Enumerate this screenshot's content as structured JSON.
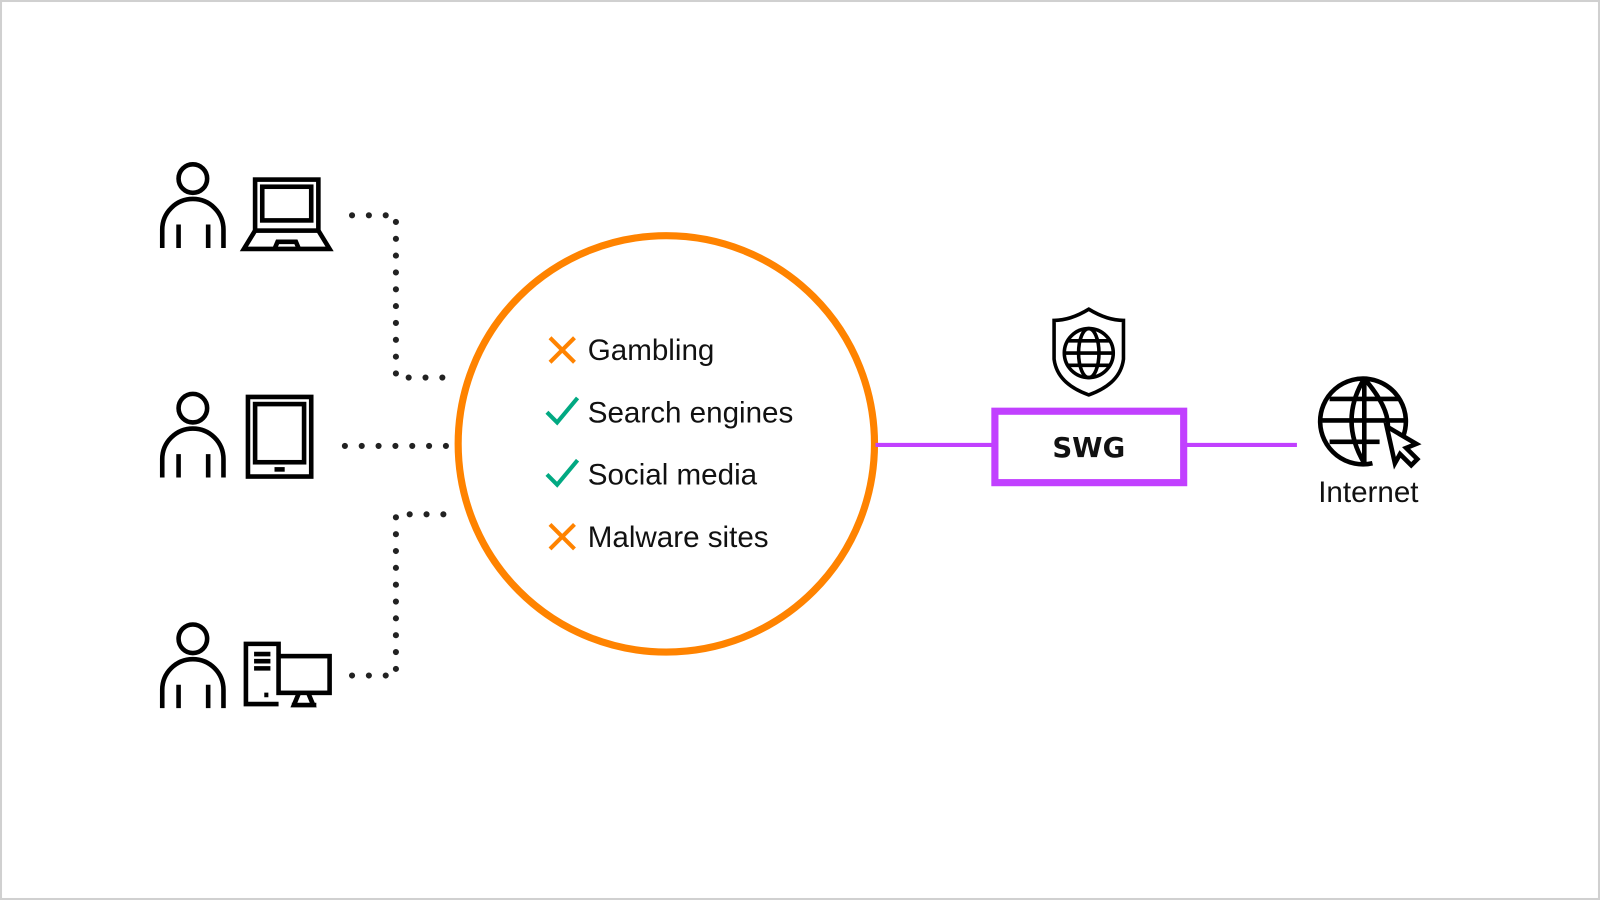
{
  "colors": {
    "filter_circle": "#FF8300",
    "blocked": "#FF8300",
    "allowed": "#01A982",
    "swg_box": "#C140FF",
    "link": "#C140FF"
  },
  "users": [
    {
      "icon": "person-icon",
      "device_icon": "laptop-icon"
    },
    {
      "icon": "person-icon",
      "device_icon": "tablet-icon"
    },
    {
      "icon": "person-icon",
      "device_icon": "desktop-computer-icon"
    }
  ],
  "filter": {
    "items": [
      {
        "label": "Gambling",
        "status": "blocked",
        "icon": "x-icon"
      },
      {
        "label": "Search engines",
        "status": "allowed",
        "icon": "check-icon"
      },
      {
        "label": "Social media",
        "status": "allowed",
        "icon": "check-icon"
      },
      {
        "label": "Malware sites",
        "status": "blocked",
        "icon": "x-icon"
      }
    ]
  },
  "swg": {
    "label": "SWG",
    "icon": "shield-globe-icon"
  },
  "internet": {
    "label": "Internet",
    "icon": "globe-cursor-icon"
  }
}
